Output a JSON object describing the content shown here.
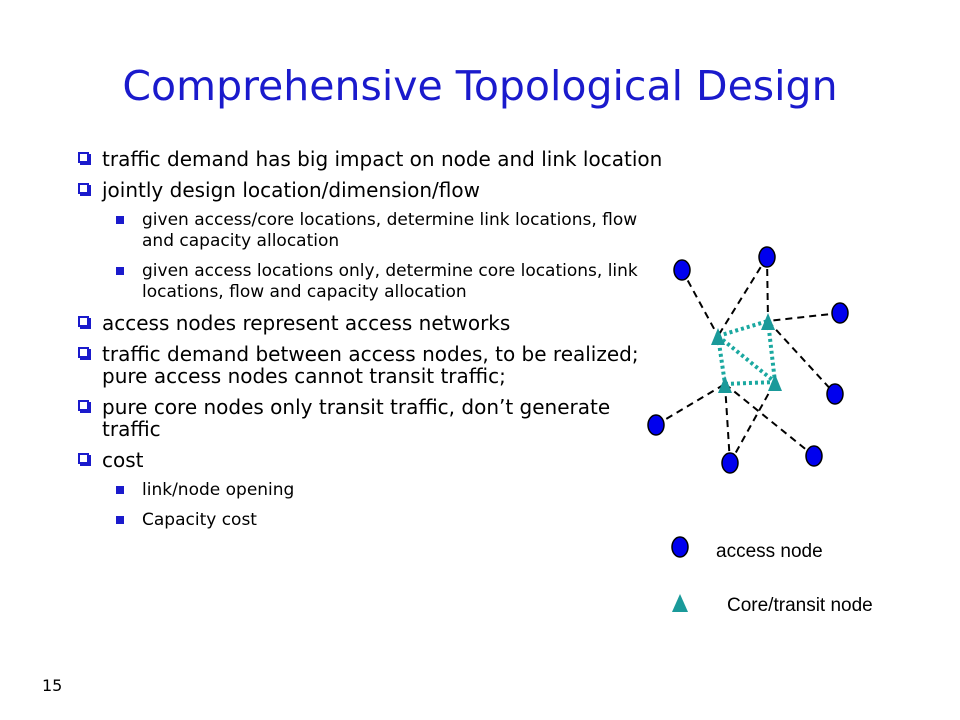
{
  "title": "Comprehensive Topological Design",
  "bullets": [
    {
      "text": " traffic demand has big impact on node and link location",
      "sub": []
    },
    {
      "text": " jointly design location/dimension/flow",
      "sub": [
        " given access/core locations, determine link locations, flow and capacity allocation",
        " given access locations only, determine core locations, link locations, flow and capacity allocation"
      ]
    },
    {
      "text": "access nodes represent access networks",
      "sub": []
    },
    {
      "text": "traffic demand between access nodes, to be realized; pure access nodes cannot transit traffic;",
      "sub": []
    },
    {
      "text": "pure core nodes only transit traffic, don’t generate traffic",
      "sub": []
    },
    {
      "text": " cost",
      "sub": [
        "link/node opening",
        "Capacity cost"
      ]
    }
  ],
  "legend": {
    "access_label": "access node",
    "core_label": "Core/transit node"
  },
  "page_number": "15",
  "colors": {
    "title": "#1a1acc",
    "access_node": "#0000ee",
    "core_node": "#1a9a9a",
    "core_link": "#1aa8a0",
    "access_link": "#000000"
  }
}
